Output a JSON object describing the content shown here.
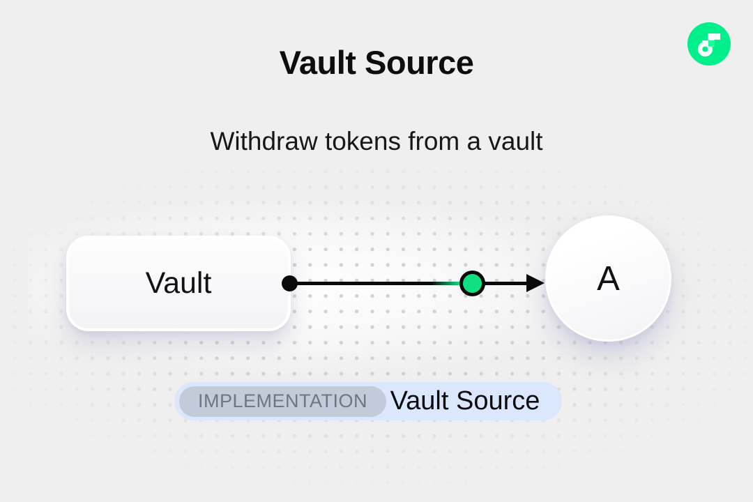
{
  "header": {
    "title": "Vault Source",
    "subtitle": "Withdraw tokens from a vault"
  },
  "logo": {
    "name": "Flow",
    "circle_color": "#00EF8B",
    "mark_color": "#FFFFFF",
    "accent_color": "#16FF99"
  },
  "diagram": {
    "source_node": {
      "label": "Vault",
      "shape": "rounded-rectangle"
    },
    "target_node": {
      "label": "A",
      "shape": "circle"
    },
    "edge": {
      "direction": "left-to-right",
      "line_color": "#0A0A0A",
      "token_color": "#0EE280"
    }
  },
  "badge": {
    "tag": "IMPLEMENTATION",
    "label": "Vault Source",
    "container_color": "#DAE7FC",
    "tag_color": "#C2CBD9",
    "tag_text_color": "#6F7683"
  },
  "background": {
    "color": "#EFEFEF",
    "dot_color": "#CFCFD3"
  }
}
